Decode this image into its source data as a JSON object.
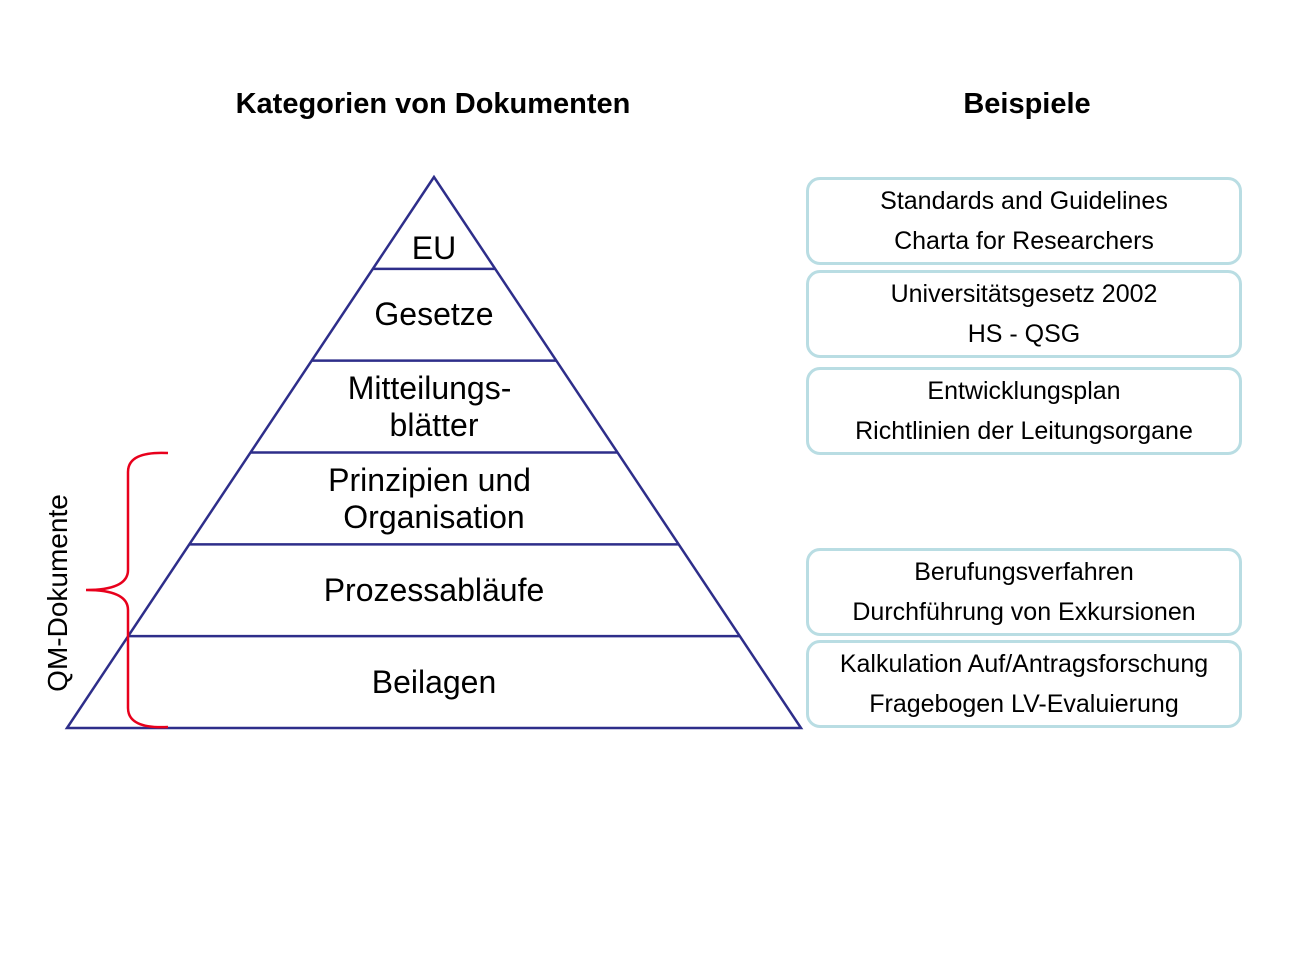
{
  "headings": {
    "left": "Kategorien von Dokumenten",
    "right": "Beispiele"
  },
  "pyramid": {
    "tiers": [
      {
        "lines": [
          "EU"
        ]
      },
      {
        "lines": [
          "Gesetze"
        ]
      },
      {
        "lines": [
          "Mitteilungs-",
          "blätter"
        ]
      },
      {
        "lines": [
          "Prinzipien und",
          "Organisation"
        ]
      },
      {
        "lines": [
          "Prozessabläufe"
        ]
      },
      {
        "lines": [
          "Beilagen"
        ]
      }
    ],
    "line_color": "#2e2e8a"
  },
  "qm_bracket": {
    "label": "QM-Dokumente",
    "color": "#e8001c"
  },
  "examples": [
    {
      "line1": "Standards and Guidelines",
      "line2": "Charta for Researchers"
    },
    {
      "line1": "Universitätsgesetz 2002",
      "line2": "HS - QSG"
    },
    {
      "line1": "Entwicklungsplan",
      "line2": "Richtlinien der Leitungsorgane"
    },
    {
      "line1": "Berufungsverfahren",
      "line2": "Durchführung von Exkursionen"
    },
    {
      "line1": "Kalkulation Auf/Antragsforschung",
      "line2": "Fragebogen LV-Evaluierung"
    }
  ],
  "example_border_color": "#b9dde3"
}
